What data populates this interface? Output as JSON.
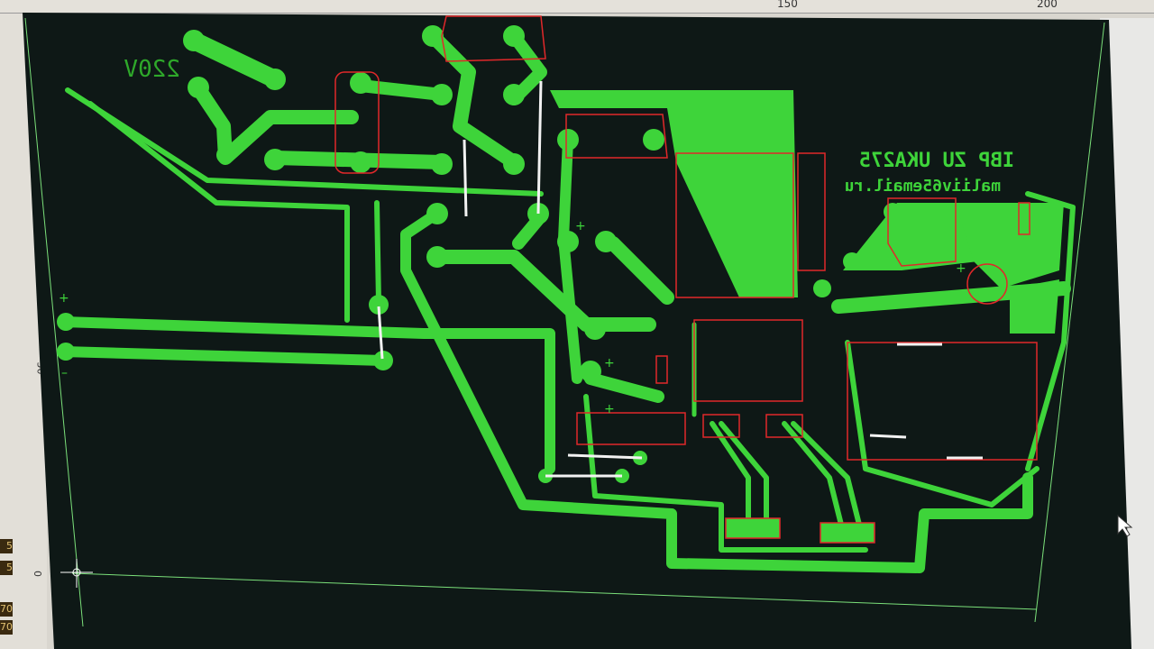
{
  "ruler": {
    "top_labels": [
      "150",
      "200"
    ],
    "left_labels": [
      "50",
      "0"
    ]
  },
  "side_panel_values": [
    "5",
    "5",
    "70",
    "70"
  ],
  "board": {
    "label_voltage": "220V",
    "label_title": "IBP ZU UKA275",
    "label_email": "maliiv65email.ru",
    "plus_marks": [
      "+",
      "+",
      "+",
      "+",
      "+"
    ],
    "minus_mark": "–"
  },
  "colors": {
    "copper": "#3ed43a",
    "silkscreen": "#e0282a",
    "background": "#0e1816",
    "jumper": "#f2f2f2"
  }
}
